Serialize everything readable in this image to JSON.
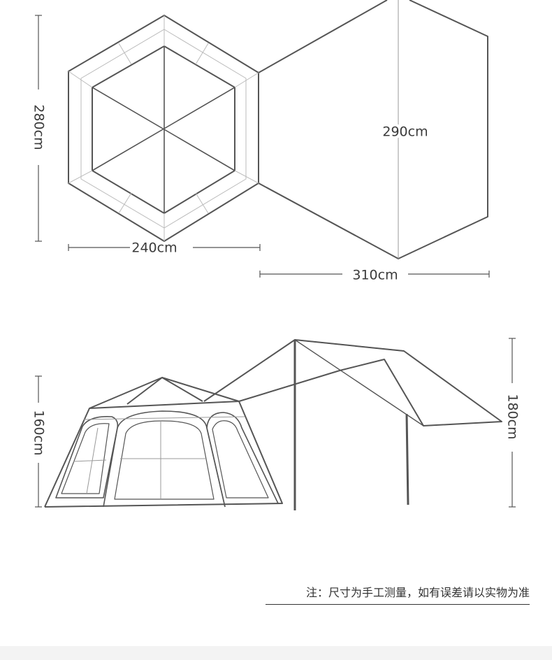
{
  "top_view": {
    "depth_label": "280cm",
    "width_label": "240cm",
    "tarp_depth_label": "290cm",
    "tarp_width_label": "310cm"
  },
  "side_view": {
    "tent_height_label": "160cm",
    "tarp_height_label": "180cm"
  },
  "note": "注：尺寸为手工测量，如有误差请以实物为准"
}
